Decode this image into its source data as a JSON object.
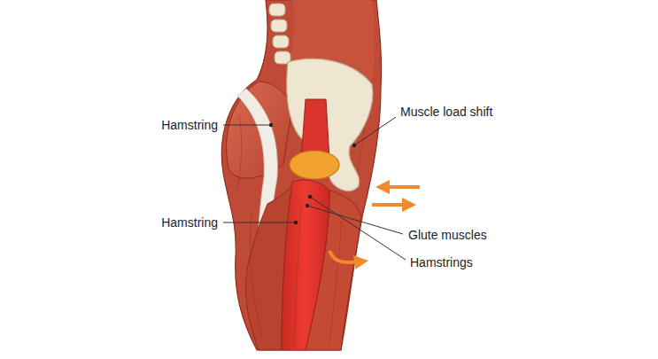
{
  "diagram": {
    "labels": [
      "Hamstring",
      "Hamstring",
      "Muscle load shift",
      "Glute muscles",
      "Hamstrings"
    ]
  }
}
